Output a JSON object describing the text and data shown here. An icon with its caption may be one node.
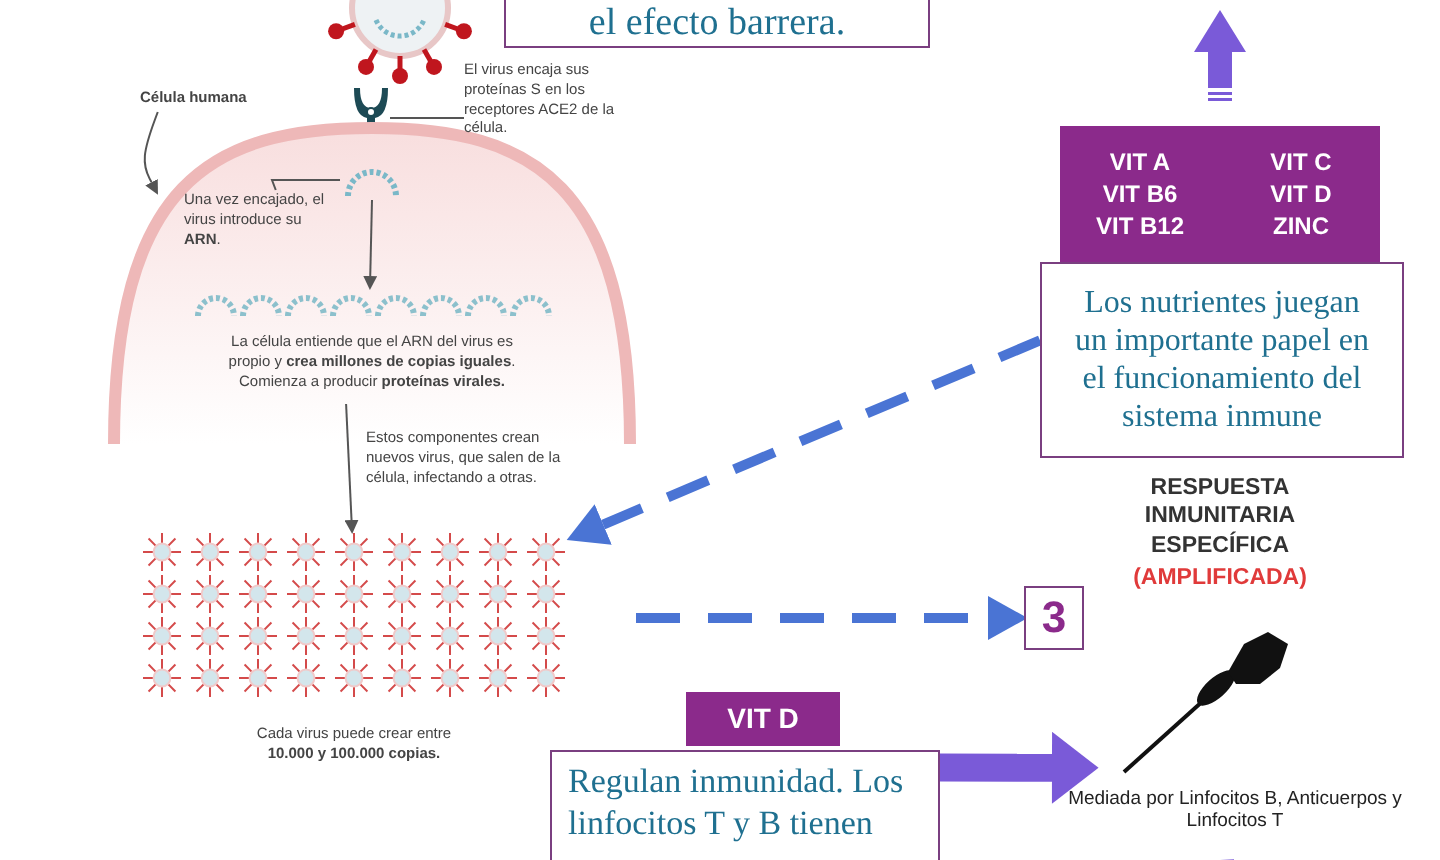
{
  "diagram": {
    "nodes": [
      {
        "text": [
          "el efecto barrera."
        ]
      },
      {
        "text": [],
        "shape": "picture"
      },
      {
        "text": [],
        "shape": "picture"
      },
      {
        "text": [
          "El virus encaja sus proteínas S en los receptores ACE2 de la célula."
        ]
      },
      {
        "text": [
          "Célula humana"
        ]
      },
      {
        "text": [],
        "shape": "circle"
      },
      {
        "text": [],
        "shape": "picture",
        "in": 5
      },
      {
        "text": [
          "Una vez encajado, el virus introduce su **ARN**."
        ],
        "in": 5
      },
      {
        "text": [],
        "shape": "picture",
        "in": 5
      },
      {
        "text": [
          "La célula entiende que el ARN del virus es propio y **crea millones de copias iguales**. Comienza a producir **proteínas virales.**"
        ],
        "in": 5
      },
      {
        "text": [],
        "shape": "picture",
        "beside": [
          "Cada virus puede crear entre **10.000 y 100.000 copias.**"
        ]
      },
      {
        "text": [],
        "shape": "box"
      },
      {
        "text": [
          "VIT A VIT B6 VIT B12"
        ],
        "in": 11
      },
      {
        "text": [
          "VIT C VIT D ZINC"
        ],
        "in": 11
      },
      {
        "text": [
          "Los nutrientes juegan un importante papel en el funcionamiento del sistema inmune"
        ]
      },
      {
        "text": [
          "3"
        ]
      },
      {
        "text": [],
        "shape": "picture",
        "beside": [
          "RESPUESTA INMUNITARIA ESPECÍFICA",
          "(AMPLIFICADA)"
        ]
      },
      {
        "text": [
          "Mediada por Linfocitos B, Anticuerpos y Linfocitos T"
        ]
      },
      {
        "text": [
          "VIT D"
        ]
      },
      {
        "text": [
          "Regulan inmunidad. Los linfocitos T y B tienen"
        ]
      }
    ],
    "edges": [
      {
        "from": 3,
        "to": 2,
        "arrow": "none"
      },
      {
        "from": 4,
        "to": 5,
        "arrow": "to"
      },
      {
        "from": 7,
        "to": 6,
        "arrow": "none"
      },
      {
        "from": 6,
        "to": 8,
        "arrow": "to"
      },
      {
        "from": 9,
        "to": 10,
        "arrow": "to"
      },
      {
        "from": 14,
        "to": 10,
        "arrow": "to",
        "style": "dashed",
        "color": "#4a74d4"
      },
      {
        "from": null,
        "to": 15,
        "arrow": "to",
        "style": "dashed",
        "color": "#4a74d4"
      },
      {
        "from": 19,
        "to": 16,
        "arrow": "to",
        "style": "thick",
        "color": "#7a5ad8"
      },
      {
        "from": null,
        "to": 17,
        "arrow": "to",
        "style": "thick",
        "color": "#7a5ad8"
      }
    ],
    "labels": [
      "Estos componentes crean nuevos virus, que salen de la célula, infectando a otras."
    ]
  }
}
